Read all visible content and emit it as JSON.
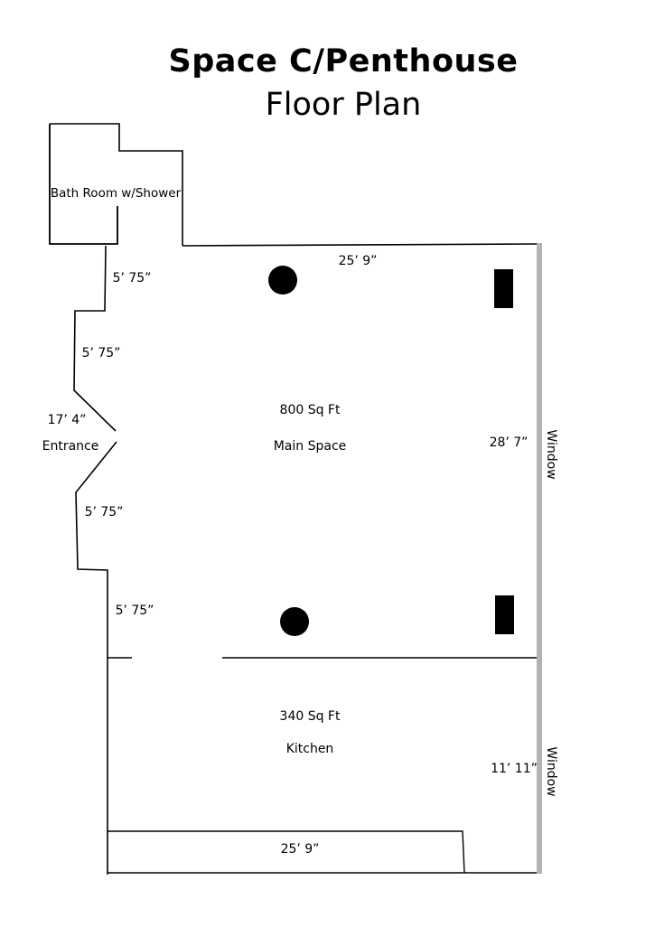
{
  "title": "Space C/Penthouse",
  "subtitle": "Floor Plan",
  "rooms": {
    "bathroom": "Bath Room w/Shower",
    "main_area": "800 Sq Ft",
    "main_name": "Main Space",
    "kitchen_area": "340 Sq Ft",
    "kitchen_name": "Kitchen",
    "entrance": "Entrance"
  },
  "dimensions": {
    "top_wall": "25’ 9”",
    "seg1": "5’ 75”",
    "seg2": "5’ 75”",
    "entrance": "17’ 4”",
    "seg3": "5’ 75”",
    "seg4": "5’ 75”",
    "main_height": "28’ 7”",
    "kitchen_height": "11’ 11”",
    "bottom_counter": "25’ 9”"
  },
  "windows": {
    "upper": "Window",
    "lower": "Window"
  },
  "colors": {
    "wall": "#000000",
    "window": "#b3b3b3"
  }
}
